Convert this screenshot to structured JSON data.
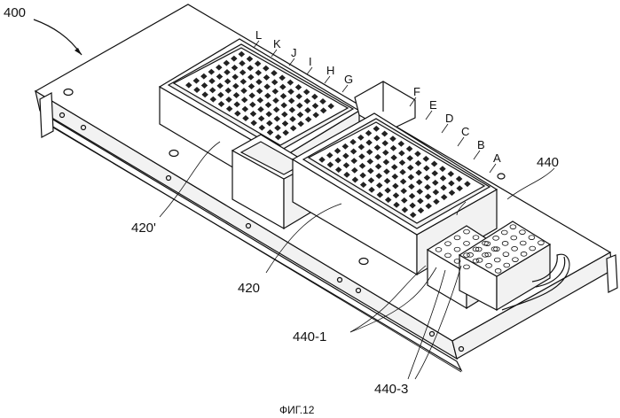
{
  "labels": {
    "assembly": "400",
    "holder_back": "420'",
    "holder_front": "420",
    "tube_rack": "440",
    "rack_part_1": "440-1",
    "rack_part_3": "440-3",
    "caption": "ФИГ.12"
  },
  "columns_back": [
    "L",
    "K",
    "J",
    "I",
    "H",
    "G"
  ],
  "columns_front": [
    "F",
    "E",
    "D",
    "C",
    "B",
    "A"
  ]
}
